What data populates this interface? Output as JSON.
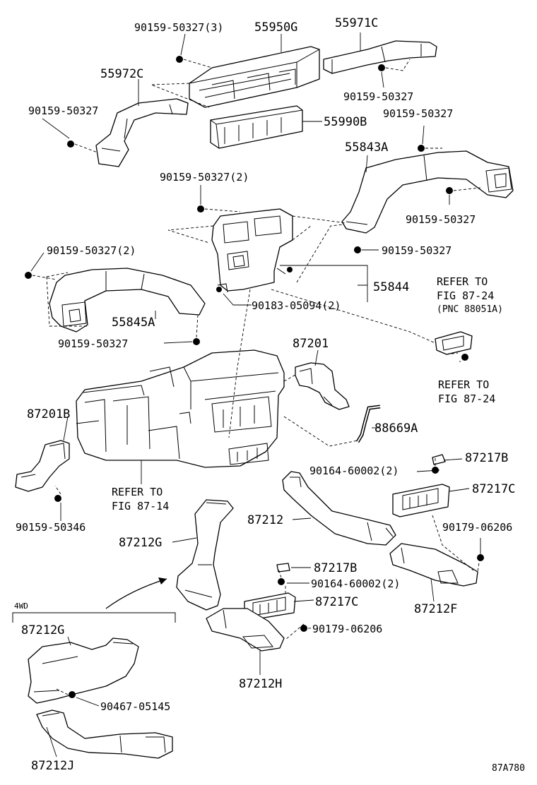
{
  "labels": {
    "l_90159_50327_3": "90159-50327(3)",
    "l_55950G": "55950G",
    "l_55971C": "55971C",
    "l_55972C": "55972C",
    "l_90159_50327_a": "90159-50327",
    "l_90159_50327_b": "90159-50327",
    "l_55990B": "55990B",
    "l_90159_50327_c": "90159-50327",
    "l_55843A": "55843A",
    "l_90159_50327_2a": "90159-50327(2)",
    "l_90159_50327_d": "90159-50327",
    "l_90159_50327_2b": "90159-50327(2)",
    "l_90159_50327_e": "90159-50327",
    "l_55844": "55844",
    "l_90183_05094": "90183-05094(2)",
    "l_refer_87_24_a1": "REFER TO",
    "l_refer_87_24_a2": "FIG 87-24",
    "l_refer_87_24_a3": "(PNC 88051A)",
    "l_55845A": "55845A",
    "l_90159_50327_f": "90159-50327",
    "l_87201": "87201",
    "l_refer_87_24_b1": "REFER TO",
    "l_refer_87_24_b2": "FIG 87-24",
    "l_87201B": "87201B",
    "l_88669A": "88669A",
    "l_87217B_a": "87217B",
    "l_90164_60002_a": "90164-60002(2)",
    "l_refer_87_14_1": "REFER TO",
    "l_refer_87_14_2": "FIG 87-14",
    "l_87217C_a": "87217C",
    "l_90159_50346": "90159-50346",
    "l_87212": "87212",
    "l_90179_06206_a": "90179-06206",
    "l_87212G_a": "87212G",
    "l_87217B_b": "87217B",
    "l_90164_60002_b": "90164-60002(2)",
    "l_87217C_b": "87217C",
    "l_87212F": "87212F",
    "l_4wd": "4WD",
    "l_87212G_b": "87212G",
    "l_90179_06206_b": "90179-06206",
    "l_87212H": "87212H",
    "l_90467_05145": "90467-05145",
    "l_87212J": "87212J",
    "l_fig_code": "87A780"
  }
}
